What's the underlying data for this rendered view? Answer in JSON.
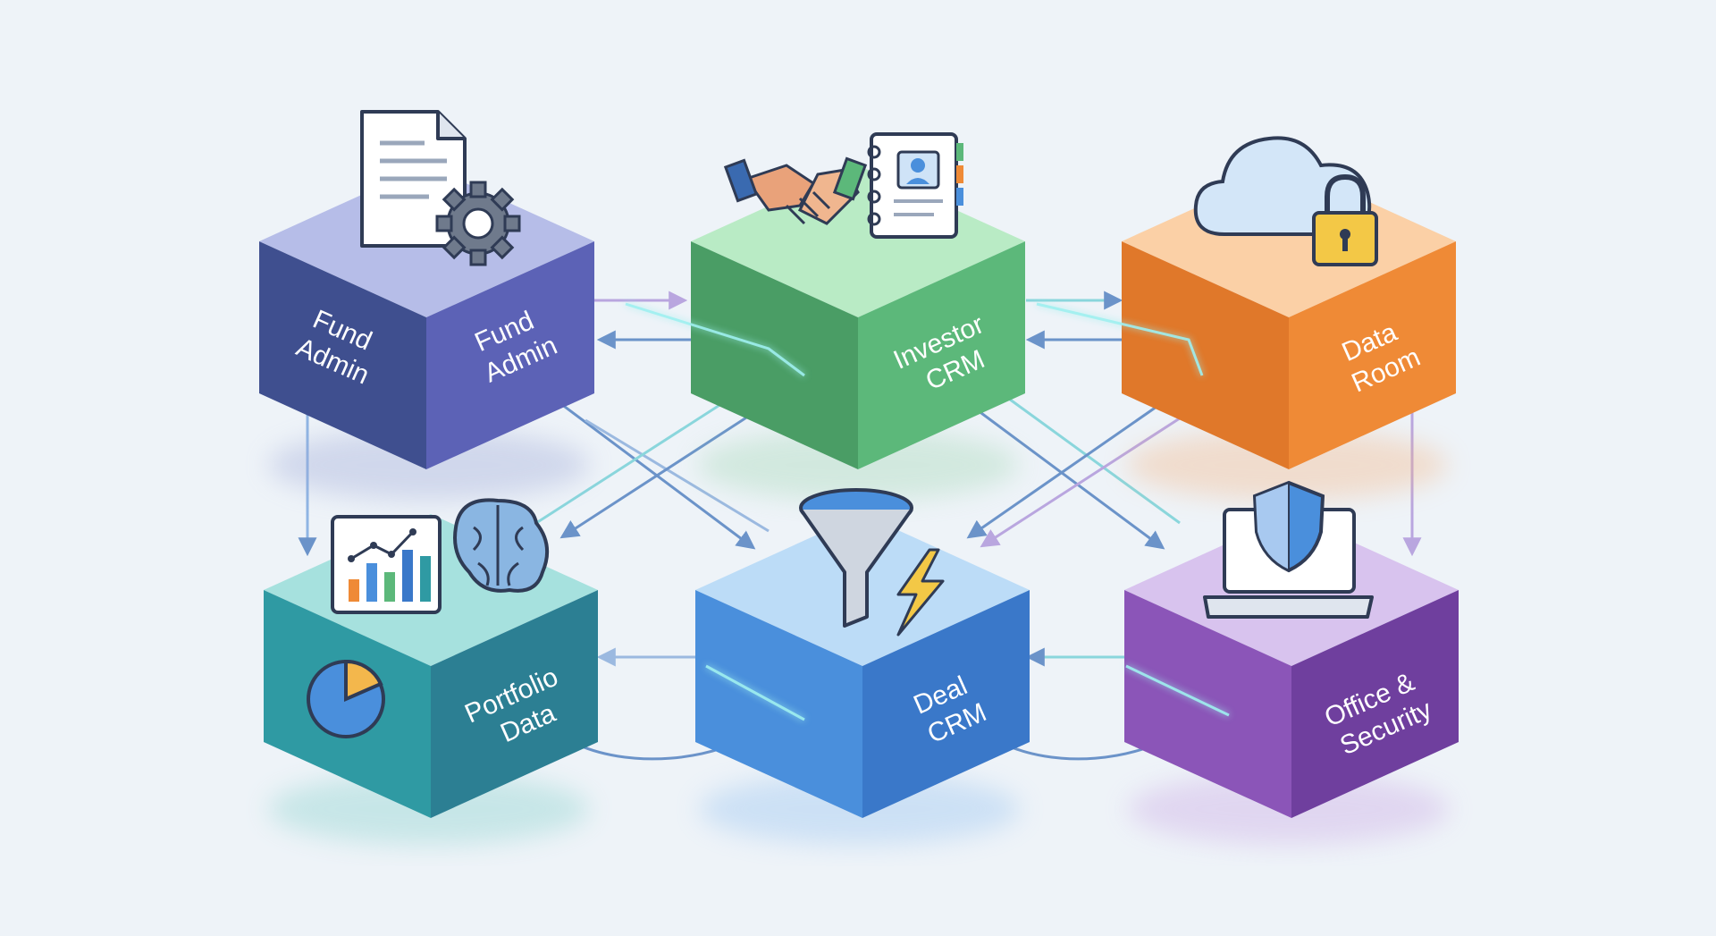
{
  "diagram": {
    "nodes": [
      {
        "id": "fund-admin",
        "left_label": [
          "Fund",
          "Admin"
        ],
        "right_label": [
          "Fund",
          "Admin"
        ]
      },
      {
        "id": "investor-crm",
        "right_label": [
          "Investor",
          "CRM"
        ]
      },
      {
        "id": "data-room",
        "right_label": [
          "Data",
          "Room"
        ]
      },
      {
        "id": "portfolio-data",
        "right_label": [
          "Portfolio",
          "Data"
        ]
      },
      {
        "id": "deal-crm",
        "right_label": [
          "Deal",
          "CRM"
        ]
      },
      {
        "id": "office-security",
        "right_label": [
          "Office &",
          "Security"
        ]
      }
    ],
    "icons": [
      "document-gear-icon",
      "handshake-icon",
      "contact-book-icon",
      "cloud-lock-icon",
      "bar-chart-icon",
      "brain-icon",
      "pie-chart-icon",
      "funnel-icon",
      "lightning-icon",
      "laptop-shield-icon"
    ],
    "colors": {
      "background": "#eef3f8",
      "fund_admin": "#5b63b0",
      "investor_crm": "#5cb87a",
      "data_room": "#ef8a36",
      "portfolio_data": "#2f9aa3",
      "deal_crm": "#4a8fdc",
      "office_security": "#8b55b8",
      "connector": "#6b93c9",
      "connector_light": "#8ad6dc"
    }
  }
}
